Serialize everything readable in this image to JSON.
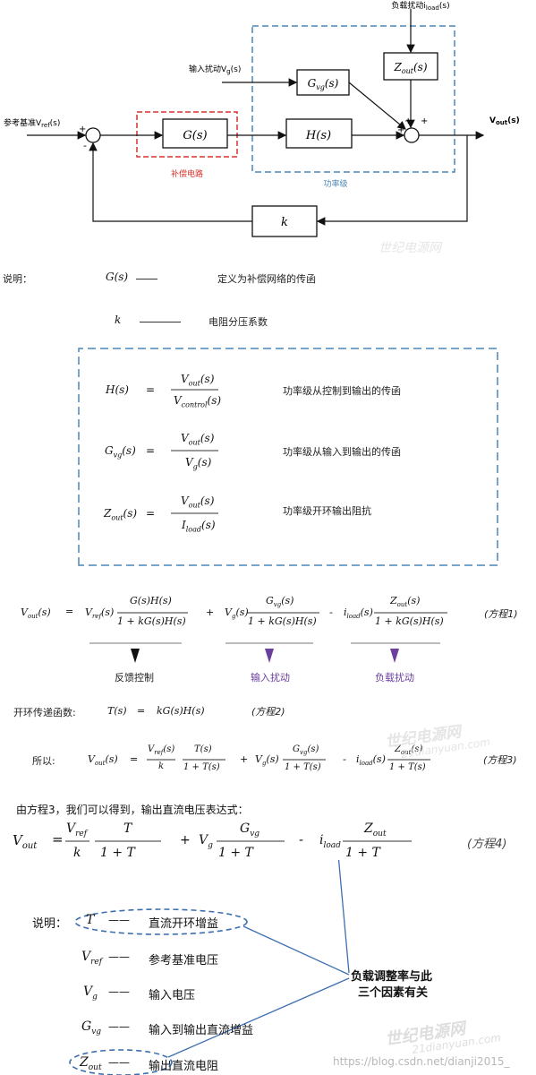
{
  "block_diagram": {
    "load_disturbance": "负载扰动i",
    "load_sub": "load",
    "load_tail": "(s)",
    "input_disturbance": "输入扰动V",
    "input_sub": "g",
    "input_tail": "(s)",
    "reference": "参考基准V",
    "reference_sub": "ref",
    "reference_tail": "(s)",
    "output": "V",
    "output_sub": "out",
    "output_tail": "(s)",
    "block_g": "G(s)",
    "block_h": "H(s)",
    "block_gvg": "G",
    "block_gvg_sub": "vg",
    "block_gvg_tail": "(s)",
    "block_zout": "Z",
    "block_zout_sub": "out",
    "block_zout_tail": "(s)",
    "block_k": "k",
    "compensation_label": "补偿电路",
    "power_stage_label": "功率级",
    "sum1_plus": "+",
    "sum1_minus": "-",
    "sum2_plus1": "+",
    "sum2_plus2": "+",
    "sum2_plus3": "+"
  },
  "definitions": {
    "intro": "说明：",
    "g_term": "G(s)",
    "g_desc": "定义为补偿网络的传函",
    "k_term": "k",
    "k_desc": "电阻分压系数",
    "h_lhs": "H(s)",
    "h_num": "V",
    "h_num_sub": "out",
    "h_num_tail": "(s)",
    "h_den": "V",
    "h_den_sub": "control",
    "h_den_tail": "(s)",
    "h_desc": "功率级从控制到输出的传函",
    "gvg_lhs": "G",
    "gvg_lhs_sub": "vg",
    "gvg_lhs_tail": "(s)",
    "gvg_num": "V",
    "gvg_num_sub": "out",
    "gvg_num_tail": "(s)",
    "gvg_den": "V",
    "gvg_den_sub": "g",
    "gvg_den_tail": "(s)",
    "gvg_desc": "功率级从输入到输出的传函",
    "zout_lhs": "Z",
    "zout_lhs_sub": "out",
    "zout_lhs_tail": "(s)",
    "zout_num": "V",
    "zout_num_sub": "out",
    "zout_num_tail": "(s)",
    "zout_den": "I",
    "zout_den_sub": "load",
    "zout_den_tail": "(s)",
    "zout_desc": "功率级开环输出阻抗",
    "equals": "="
  },
  "equation1": {
    "lhs": "V",
    "lhs_sub": "out",
    "lhs_tail": "(s)",
    "equals": "=",
    "t1_pre": "V",
    "t1_pre_sub": "ref",
    "t1_pre_tail": "(s)",
    "t1_num": "G(s)H(s)",
    "t1_den": "1 + kG(s)H(s)",
    "plus": "+",
    "t2_pre": "V",
    "t2_pre_sub": "g",
    "t2_pre_tail": "(s)",
    "t2_num": "G",
    "t2_num_sub": "vg",
    "t2_num_tail": "(s)",
    "t2_den": "1 + kG(s)H(s)",
    "minus": "-",
    "t3_pre": "i",
    "t3_pre_sub": "load",
    "t3_pre_tail": "(s)",
    "t3_num": "Z",
    "t3_num_sub": "out",
    "t3_num_tail": "(s)",
    "t3_den": "1 + kG(s)H(s)",
    "tag": "(方程1)",
    "label_feedback": "反馈控制",
    "label_input": "输入扰动",
    "label_load": "负载扰动"
  },
  "equation2": {
    "label": "开环传递函数:",
    "lhs": "T(s)",
    "equals": "=",
    "rhs": "kG(s)H(s)",
    "tag": "(方程2)"
  },
  "equation3": {
    "label": "所以:",
    "lhs": "V",
    "lhs_sub": "out",
    "lhs_tail": "(s)",
    "equals": "=",
    "t1_num": "V",
    "t1_num_sub": "ref",
    "t1_num_tail": "(s)",
    "t1_den": "k",
    "t1_num2": "T(s)",
    "t1_den2": "1 + T(s)",
    "plus": "+",
    "t2_pre": "V",
    "t2_pre_sub": "g",
    "t2_pre_tail": "(s)",
    "t2_num": "G",
    "t2_num_sub": "vg",
    "t2_num_tail": "(s)",
    "t2_den": "1 + T(s)",
    "minus": "-",
    "t3_pre": "i",
    "t3_pre_sub": "load",
    "t3_pre_tail": "(s)",
    "t3_num": "Z",
    "t3_num_sub": "out",
    "t3_num_tail": "(s)",
    "t3_den": "1 + T(s)",
    "tag": "(方程3)"
  },
  "equation4": {
    "intro": "由方程3，我们可以得到，输出直流电压表达式：",
    "lhs": "V",
    "lhs_sub": "out",
    "equals": "=",
    "t1_num": "V",
    "t1_num_sub": "ref",
    "t1_den": "k",
    "t1_num2": "T",
    "t1_den2": "1  +  T",
    "plus": "+",
    "t2_pre": "V",
    "t2_pre_sub": "g",
    "t2_num": "G",
    "t2_num_sub": "vg",
    "t2_den": "1  +  T",
    "minus": "-",
    "t3_pre": "i",
    "t3_pre_sub": "load",
    "t3_num": "Z",
    "t3_num_sub": "out",
    "t3_den": "1  +  T",
    "tag": "(方程4)"
  },
  "legend": {
    "intro": "说明：",
    "items": [
      {
        "sym": "T",
        "sub": "",
        "dash": "——",
        "desc": "直流开环增益"
      },
      {
        "sym": "V",
        "sub": "ref",
        "dash": "——",
        "desc": "参考基准电压"
      },
      {
        "sym": "V",
        "sub": "g",
        "dash": "——",
        "desc": "输入电压"
      },
      {
        "sym": "G",
        "sub": "vg",
        "dash": "——",
        "desc": "输入到输出直流增益"
      },
      {
        "sym": "Z",
        "sub": "out",
        "dash": "——",
        "desc": "输出直流电阻"
      }
    ],
    "callout_line1": "负载调整率与此",
    "callout_line2": "三个因素有关"
  },
  "watermarks": {
    "top": "世纪电源网",
    "mid": "世纪电源网",
    "mid_url": "21dianyuan.com",
    "bottom": "世纪电源网",
    "bottom_url": "21dianyuan.com",
    "credit": "https://blog.csdn.net/dianji2015_"
  },
  "colors": {
    "compensation": "#d9302c",
    "power_stage": "#4a86b8",
    "legend_blue": "#3d6fb0",
    "input_arrow": "#6a3f9e",
    "load_arrow": "#6a3f9e"
  }
}
